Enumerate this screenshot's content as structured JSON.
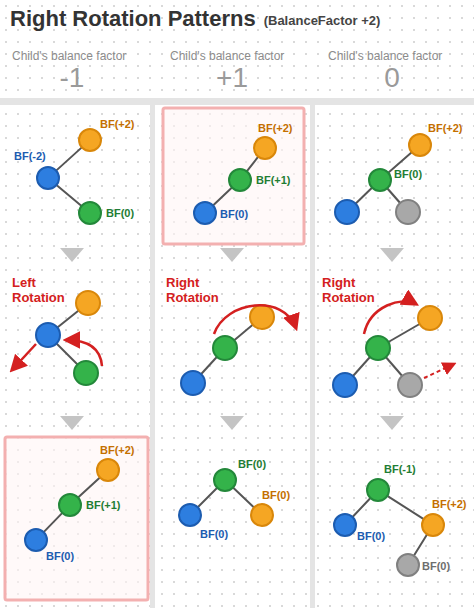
{
  "diagram": {
    "title": "Right Rotation Patterns",
    "nodes": [
      {
        "text": [
          "BF(+2)"
        ]
      },
      {
        "text": [
          "BF(-2)"
        ]
      },
      {
        "text": [
          "BF(0)"
        ]
      },
      {
        "text": [
          "BF(+2)"
        ]
      },
      {
        "text": [
          "BF(+1)"
        ]
      },
      {
        "text": [
          "BF(0)"
        ]
      },
      {
        "text": [
          "BF(+2)"
        ]
      },
      {
        "text": [
          "BF(+1)"
        ]
      },
      {
        "text": [
          "BF(0)"
        ]
      },
      {
        "text": [
          "BF(0)"
        ]
      },
      {
        "text": [
          "BF(0)"
        ]
      },
      {
        "text": [
          "BF(0)"
        ]
      },
      {
        "text": [
          "BF(+2)"
        ]
      },
      {
        "text": [
          "BF(0)"
        ]
      },
      {
        "text": [
          "BF(-1)"
        ]
      },
      {
        "text": [
          "BF(0)"
        ]
      },
      {
        "text": [
          "BF(+2)"
        ]
      },
      {
        "text": [
          "BF(0)"
        ]
      }
    ],
    "edges": [
      {
        "from": 0,
        "to": 1,
        "arrow": "none"
      },
      {
        "from": 1,
        "to": 2,
        "arrow": "none"
      },
      {
        "from": 3,
        "to": 4,
        "arrow": "none"
      },
      {
        "from": 4,
        "to": 5,
        "arrow": "none"
      },
      {
        "from": 6,
        "to": 7,
        "arrow": "none"
      },
      {
        "from": 7,
        "to": 8,
        "arrow": "none"
      },
      {
        "from": 9,
        "to": 10,
        "arrow": "none"
      },
      {
        "from": 9,
        "to": 11,
        "arrow": "none"
      },
      {
        "from": 12,
        "to": 13,
        "arrow": "none"
      },
      {
        "from": 14,
        "to": 15,
        "arrow": "none"
      },
      {
        "from": 14,
        "to": 16,
        "arrow": "none"
      },
      {
        "from": 16,
        "to": 17,
        "arrow": "none"
      }
    ],
    "labels": [
      "(BalanceFactor +2)",
      "Child's balance factor",
      "Child's balance factor",
      "Child's balance factor",
      "-1",
      "+1",
      "0",
      "Left Rotation",
      "Right Rotation",
      "Right Rotation"
    ]
  }
}
